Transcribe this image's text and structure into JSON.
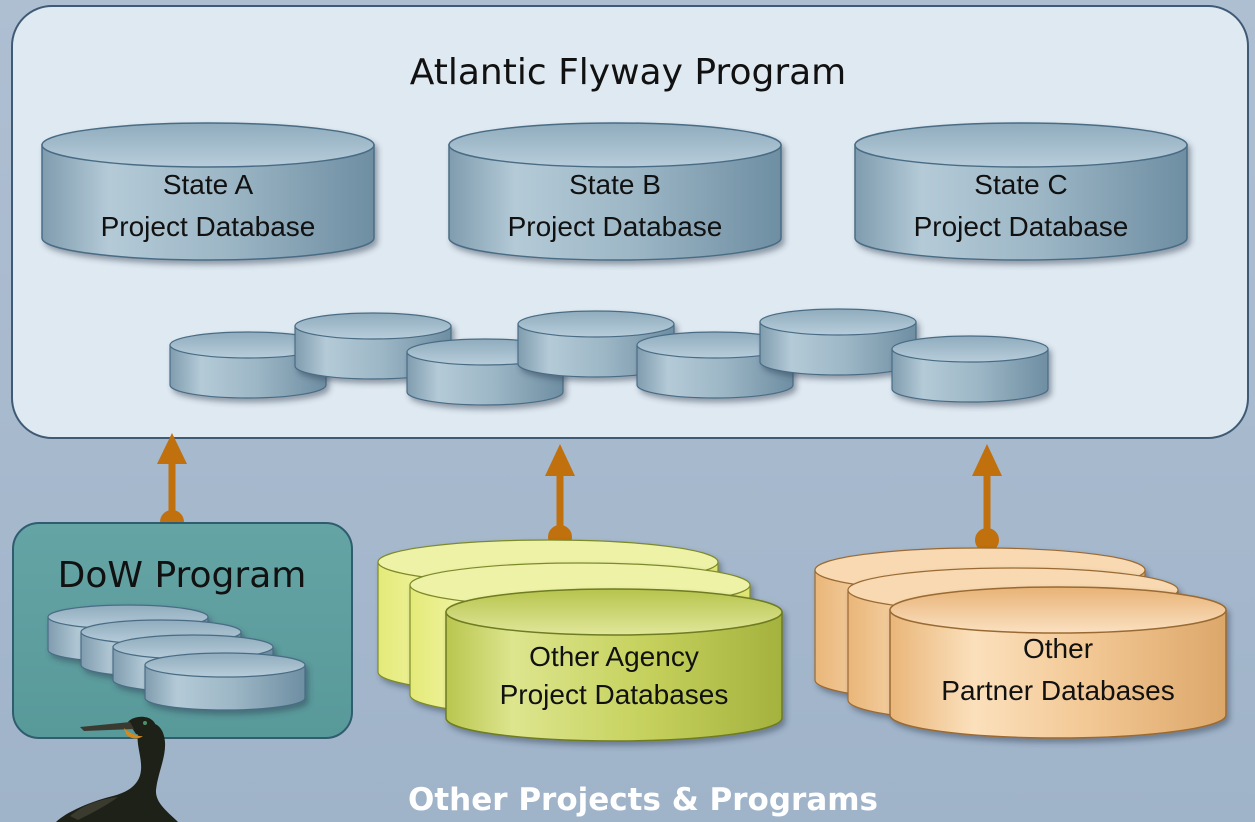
{
  "flyway": {
    "title": "Atlantic Flyway Program",
    "states": [
      {
        "line1": "State A",
        "line2": "Project Database"
      },
      {
        "line1": "State B",
        "line2": "Project Database"
      },
      {
        "line1": "State C",
        "line2": "Project Database"
      }
    ]
  },
  "dow": {
    "title": "DoW Program"
  },
  "agency": {
    "line1": "Other Agency",
    "line2": "Project Databases"
  },
  "partner": {
    "line1": "Other",
    "line2": "Partner Databases"
  },
  "footer": {
    "label": "Other Projects & Programs"
  },
  "colors": {
    "flyway_panel": "#dfe9f1",
    "dow_panel": "#5f9ea0",
    "db_blue": "#9cb6c6",
    "db_green": "#c6d261",
    "db_peach": "#f3c99b",
    "arrow": "#c0700d"
  },
  "icons": [
    "database-icon",
    "arrow-up-icon",
    "cormorant-bird-image"
  ]
}
